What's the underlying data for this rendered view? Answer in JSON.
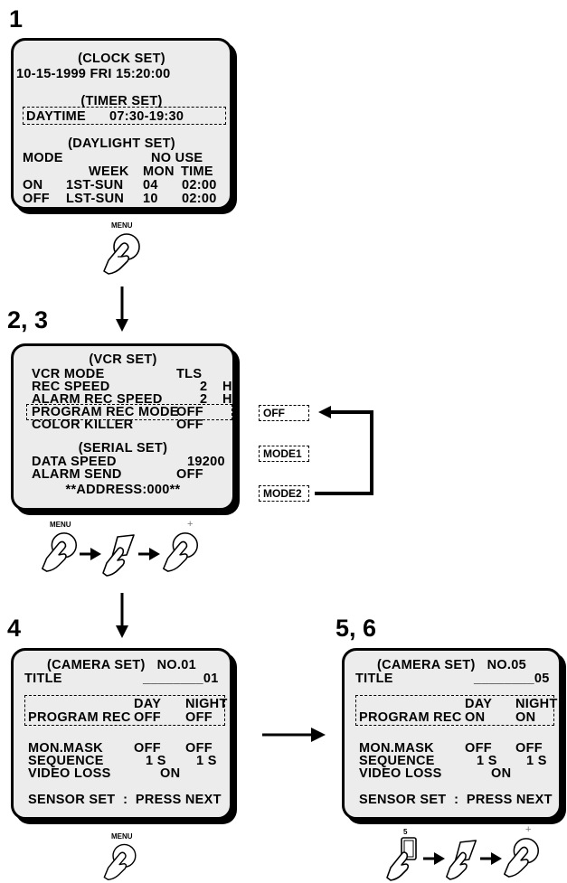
{
  "steps": {
    "s1": "1",
    "s23": "2, 3",
    "s4": "4",
    "s56": "5, 6"
  },
  "screen1": {
    "clock_title": "(CLOCK SET)",
    "clock_value": "10-15-1999 FRI 15:20:00",
    "timer_title": "(TIMER SET)",
    "timer_value": "DAYTIME      07:30-19:30",
    "daylight_title": "(DAYLIGHT SET)",
    "mode_label": "MODE",
    "mode_value": "NO USE",
    "col_week": "WEEK",
    "col_mon": "MON",
    "col_time": "TIME",
    "row_on": [
      "ON",
      "1ST-SUN",
      "04",
      "02:00"
    ],
    "row_off": [
      "OFF",
      "LST-SUN",
      "10",
      "02:00"
    ]
  },
  "screen2": {
    "vcr_title": "(VCR SET)",
    "rows": [
      {
        "label": "VCR MODE",
        "value": "TLS",
        "unit": ""
      },
      {
        "label": "REC SPEED",
        "value": "2",
        "unit": "H"
      },
      {
        "label": "ALARM REC SPEED",
        "value": "2",
        "unit": "H"
      },
      {
        "label": "PROGRAM REC MODE",
        "value": "OFF",
        "unit": ""
      },
      {
        "label": "COLOR KILLER",
        "value": "OFF",
        "unit": ""
      }
    ],
    "serial_title": "(SERIAL SET)",
    "serial_rows": [
      {
        "label": "DATA SPEED",
        "value": "19200"
      },
      {
        "label": "ALARM SEND",
        "value": "OFF"
      }
    ],
    "address": "**ADDRESS:000**",
    "options": [
      "OFF",
      "MODE1",
      "MODE2"
    ]
  },
  "screen4": {
    "title": "(CAMERA SET)   NO.01",
    "title_label": "TITLE",
    "title_value": "________01",
    "col_day": "DAY",
    "col_night": "NIGHT",
    "program_label": "PROGRAM REC",
    "program_day": "OFF",
    "program_night": "OFF",
    "monmask_label": "MON.MASK",
    "monmask_day": "OFF",
    "monmask_night": "OFF",
    "sequence_label": "SEQUENCE",
    "sequence_day": "1 S",
    "sequence_night": "1 S",
    "videoloss_label": "VIDEO LOSS",
    "videoloss_value": "ON",
    "sensor": "SENSOR SET  :  PRESS NEXT"
  },
  "screen56": {
    "title": "(CAMERA SET)   NO.05",
    "title_label": "TITLE",
    "title_value": "________05",
    "col_day": "DAY",
    "col_night": "NIGHT",
    "program_label": "PROGRAM REC",
    "program_day": "ON",
    "program_night": "ON",
    "monmask_label": "MON.MASK",
    "monmask_day": "OFF",
    "monmask_night": "OFF",
    "sequence_label": "SEQUENCE",
    "sequence_day": "1 S",
    "sequence_night": "1 S",
    "videoloss_label": "VIDEO LOSS",
    "videoloss_value": "ON",
    "sensor": "SENSOR SET  :  PRESS NEXT"
  },
  "buttons": {
    "menu": "MENU",
    "plus": "+",
    "five": "5"
  },
  "icons": [
    "hand-press-menu-icon",
    "hand-press-plus-icon",
    "hand-press-jog-icon",
    "hand-press-5-icon",
    "arrow-icon"
  ]
}
